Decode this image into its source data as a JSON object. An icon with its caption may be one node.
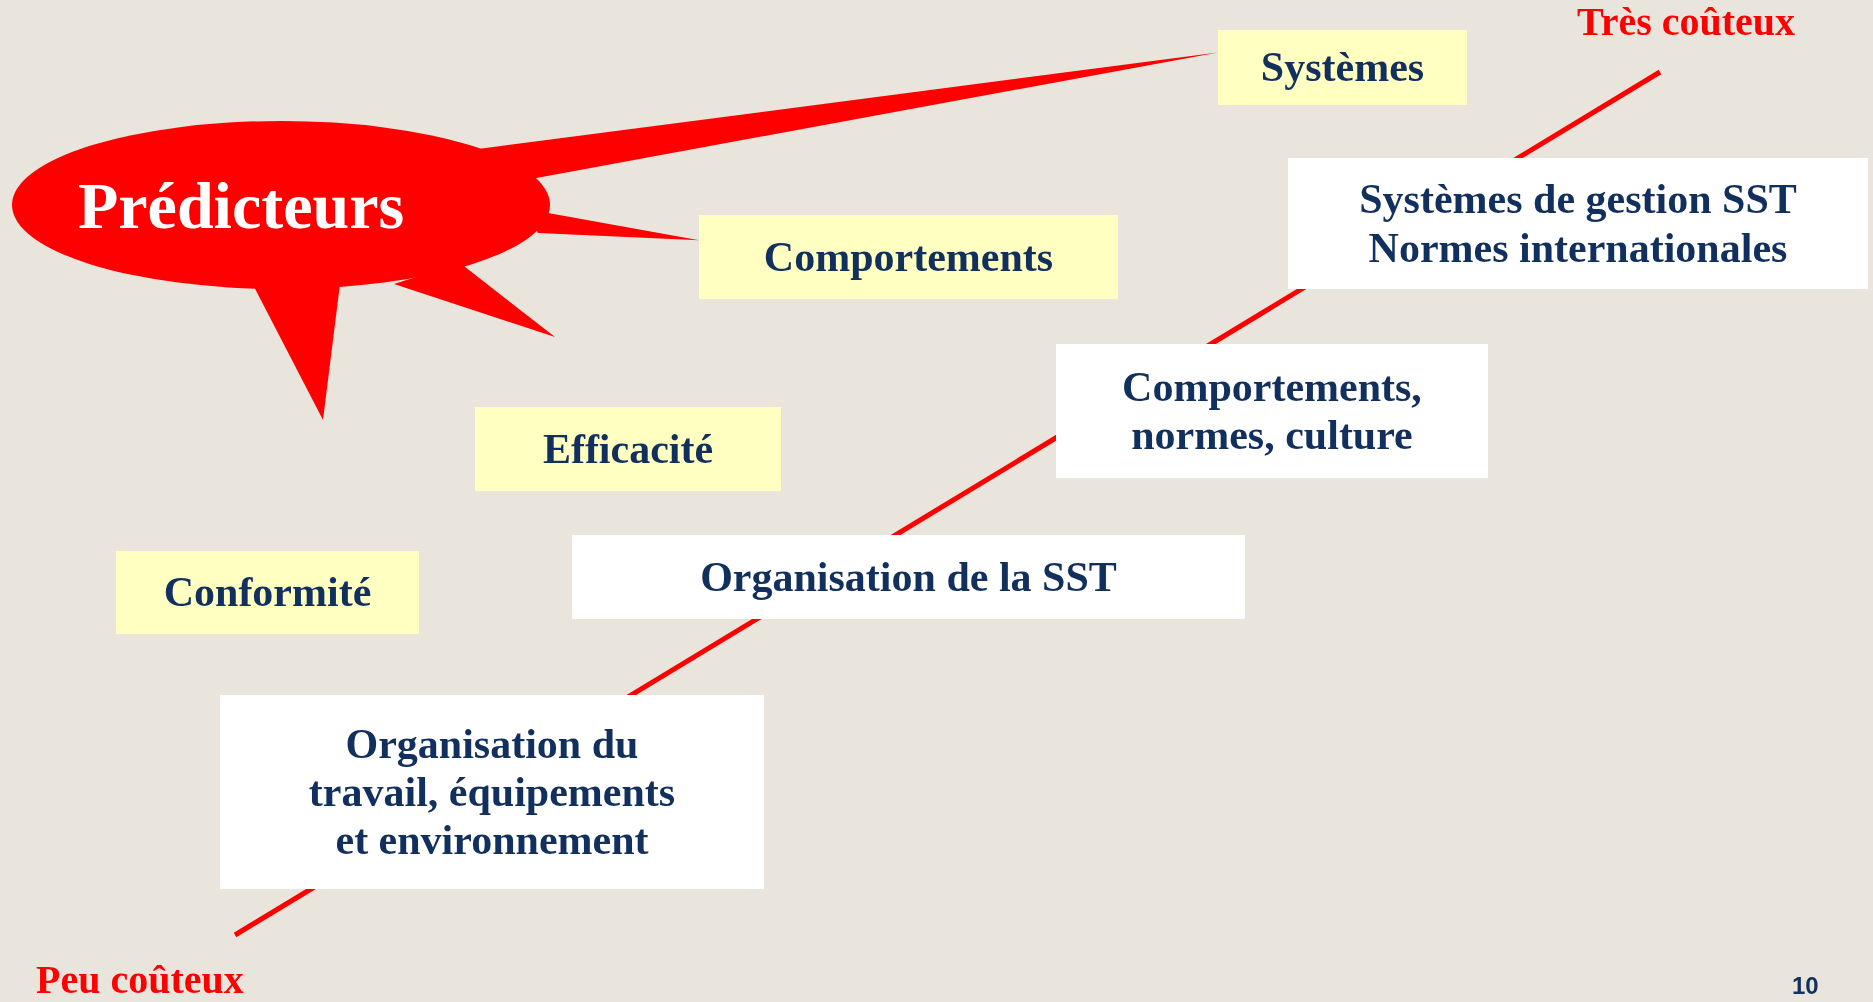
{
  "diagram": {
    "nodes": [
      {
        "text": [
          "Prédicteurs"
        ]
      },
      {
        "text": [
          "Systèmes"
        ]
      },
      {
        "text": [
          "Comportements"
        ]
      },
      {
        "text": [
          "Efficacité"
        ]
      },
      {
        "text": [
          "Conformité"
        ]
      },
      {
        "text": [
          "Systèmes de gestion SST Normes internationales"
        ]
      },
      {
        "text": [
          "Comportements, normes, culture"
        ]
      },
      {
        "text": [
          "Organisation de la SST"
        ]
      },
      {
        "text": [
          "Organisation du travail, équipements et environnement"
        ]
      }
    ],
    "edges": [
      {
        "from": 0,
        "to": 1,
        "arrow": "none"
      },
      {
        "from": 0,
        "to": 2,
        "arrow": "none"
      }
    ],
    "labels": [
      "Très coûteux",
      "Peu coûteux",
      "10"
    ]
  }
}
